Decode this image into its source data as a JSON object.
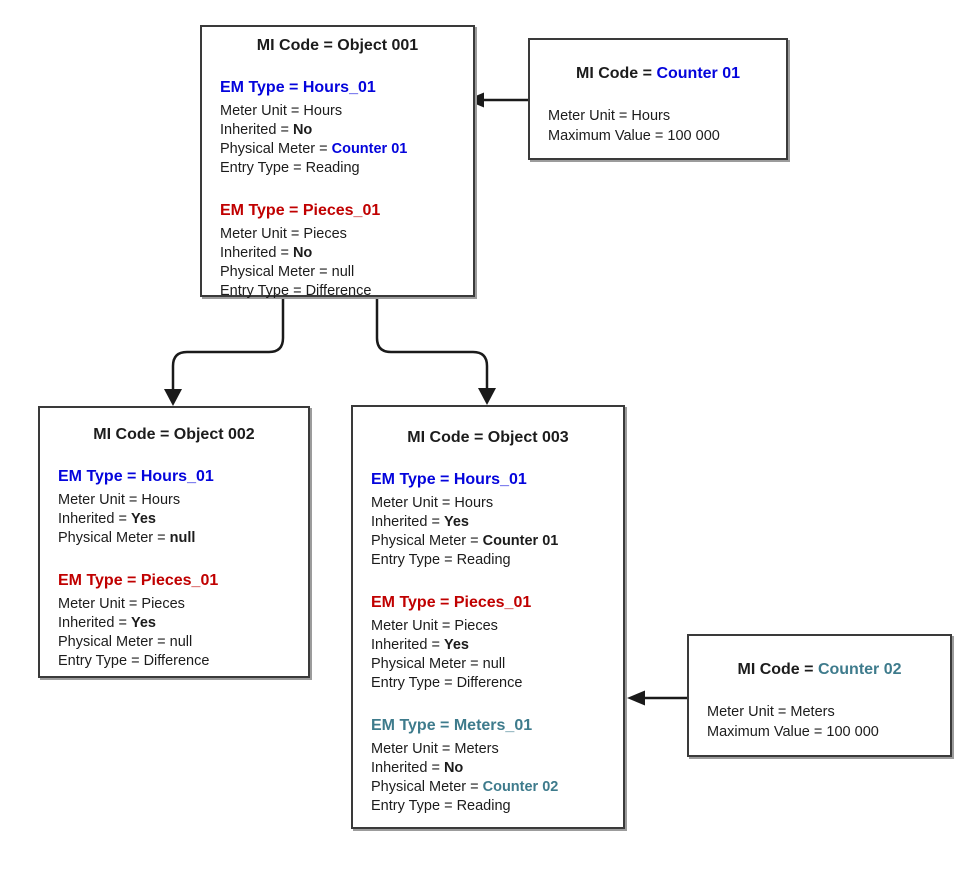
{
  "colors": {
    "blue": "#0404dc",
    "red": "#c00000",
    "teal": "#3e7b8c"
  },
  "boxes": {
    "object001": {
      "title": {
        "prefix": "MI Code = ",
        "value": "Object 001"
      },
      "sections": [
        {
          "header": "EM Type = Hours_01",
          "lines": [
            {
              "prefix": "Meter Unit = ",
              "value": "Hours"
            },
            {
              "prefix": "Inherited = ",
              "value": "No"
            },
            {
              "prefix": "Physical Meter = ",
              "value": "Counter 01"
            },
            {
              "prefix": "Entry Type = ",
              "value": "Reading"
            }
          ]
        },
        {
          "header": "EM Type = Pieces_01",
          "lines": [
            {
              "prefix": "Meter Unit = ",
              "value": "Pieces"
            },
            {
              "prefix": "Inherited = ",
              "value": "No"
            },
            {
              "prefix": "Physical Meter = ",
              "value": "null"
            },
            {
              "prefix": "Entry Type = ",
              "value": "Difference"
            }
          ]
        }
      ]
    },
    "counter01": {
      "title": {
        "prefix": "MI Code = ",
        "value": "Counter 01"
      },
      "lines": [
        {
          "prefix": "Meter Unit = ",
          "value": "Hours"
        },
        {
          "prefix": "Maximum Value = ",
          "value": "100 000"
        }
      ]
    },
    "object002": {
      "title": {
        "prefix": "MI Code = ",
        "value": "Object 002"
      },
      "sections": [
        {
          "header": "EM Type = Hours_01",
          "lines": [
            {
              "prefix": "Meter Unit = ",
              "value": "Hours"
            },
            {
              "prefix": "Inherited = ",
              "value": "Yes"
            },
            {
              "prefix": "Physical Meter = ",
              "value": "null"
            }
          ]
        },
        {
          "header": "EM Type = Pieces_01",
          "lines": [
            {
              "prefix": "Meter Unit = ",
              "value": "Pieces"
            },
            {
              "prefix": "Inherited = ",
              "value": "Yes"
            },
            {
              "prefix": "Physical Meter = ",
              "value": "null"
            },
            {
              "prefix": "Entry Type = ",
              "value": "Difference"
            }
          ]
        }
      ]
    },
    "object003": {
      "title": {
        "prefix": "MI Code = ",
        "value": "Object 003"
      },
      "sections": [
        {
          "header": "EM Type = Hours_01",
          "lines": [
            {
              "prefix": "Meter Unit = ",
              "value": "Hours"
            },
            {
              "prefix": "Inherited = ",
              "value": "Yes"
            },
            {
              "prefix": "Physical Meter = ",
              "value": "Counter 01"
            },
            {
              "prefix": "Entry Type = ",
              "value": "Reading"
            }
          ]
        },
        {
          "header": "EM Type = Pieces_01",
          "lines": [
            {
              "prefix": "Meter Unit = ",
              "value": "Pieces"
            },
            {
              "prefix": "Inherited = ",
              "value": "Yes"
            },
            {
              "prefix": "Physical Meter = ",
              "value": "null"
            },
            {
              "prefix": "Entry Type = ",
              "value": "Difference"
            }
          ]
        },
        {
          "header": "EM Type = Meters_01",
          "lines": [
            {
              "prefix": "Meter Unit = ",
              "value": "Meters"
            },
            {
              "prefix": "Inherited = ",
              "value": "No"
            },
            {
              "prefix": "Physical Meter = ",
              "value": "Counter 02"
            },
            {
              "prefix": "Entry Type = ",
              "value": "Reading"
            }
          ]
        }
      ]
    },
    "counter02": {
      "title": {
        "prefix": "MI Code = ",
        "value": "Counter 02"
      },
      "lines": [
        {
          "prefix": "Meter Unit = ",
          "value": "Meters"
        },
        {
          "prefix": "Maximum Value = ",
          "value": "100 000"
        }
      ]
    }
  }
}
